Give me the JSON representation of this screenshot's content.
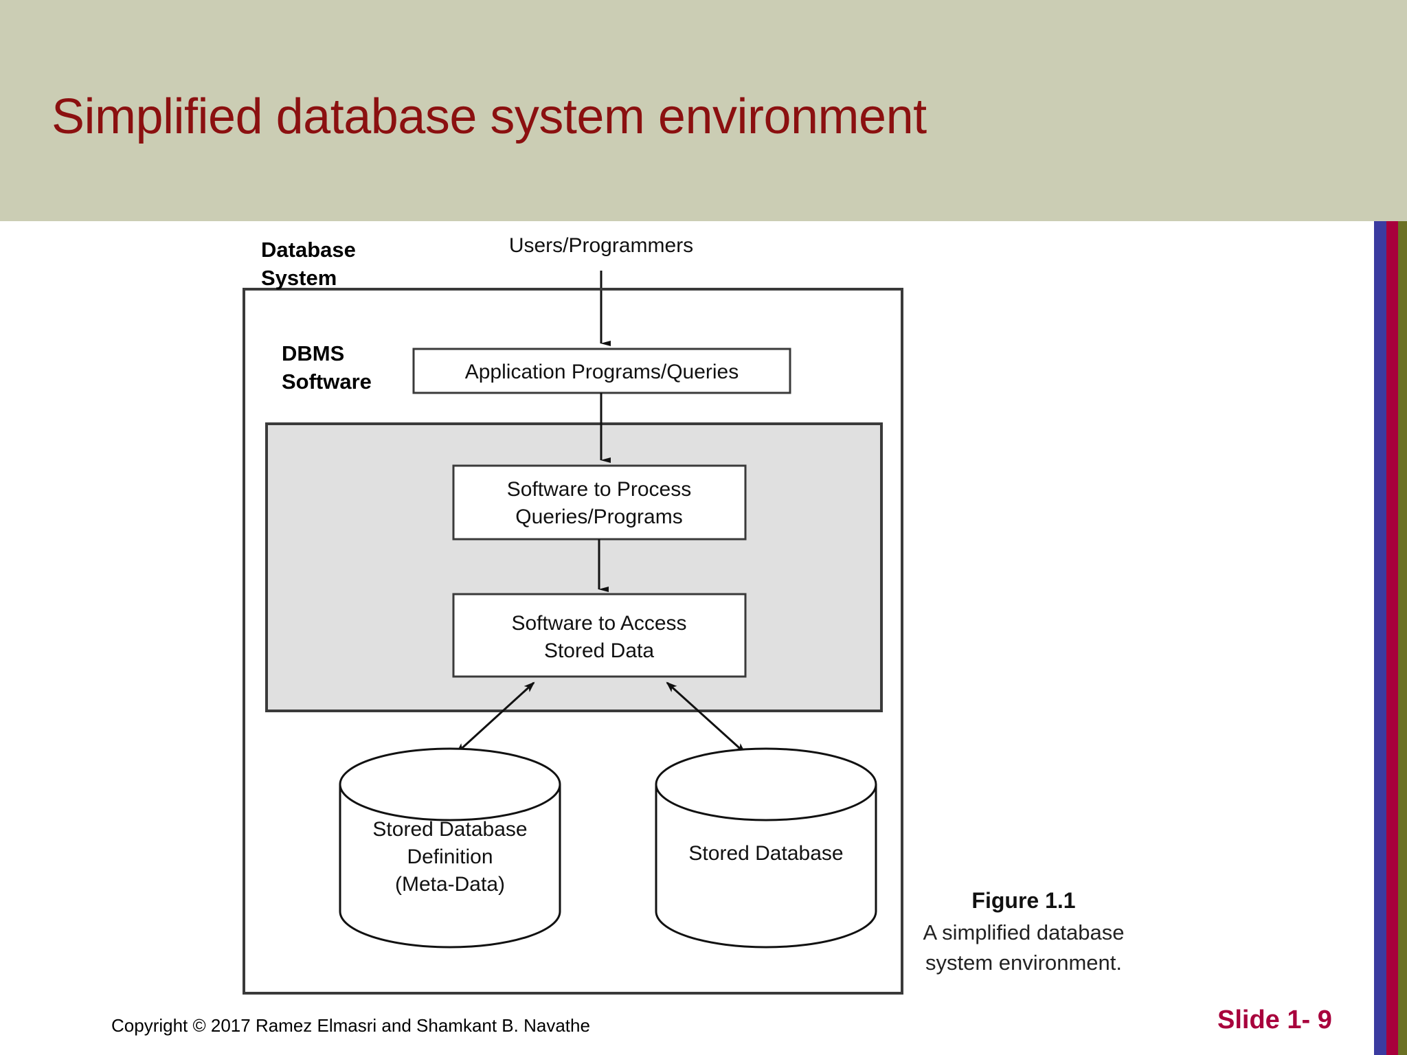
{
  "slide": {
    "title": "Simplified database system environment",
    "title_color": "#8b1010",
    "header_bg": "#cbcdb4",
    "body_bg": "#ffffff"
  },
  "diagram": {
    "users_label": "Users/Programmers",
    "outer_box_label_line1": "Database",
    "outer_box_label_line2": "System",
    "dbms_box_label_line1": "DBMS",
    "dbms_box_label_line2": "Software",
    "dbms_box_fill": "#e0e0e0",
    "boxes": {
      "application_programs": "Application Programs/Queries",
      "software_process_line1": "Software to Process",
      "software_process_line2": "Queries/Programs",
      "software_access_line1": "Software to Access",
      "software_access_line2": "Stored Data"
    },
    "cylinders": {
      "left_line1": "Stored Database",
      "left_line2": "Definition",
      "left_line3": "(Meta-Data)",
      "right_line1": "Stored Database"
    }
  },
  "caption": {
    "figure_number": "Figure 1.1",
    "text_line1": "A simplified database",
    "text_line2": "system environment."
  },
  "footer": {
    "copyright": "Copyright © 2017 Ramez Elmasri and Shamkant B. Navathe",
    "slide_number": "Slide 1- 9",
    "slide_number_color": "#a8003c"
  },
  "accent_bars": {
    "blue": "#3b3ba0",
    "crimson": "#a8003c",
    "olive": "#6b7023"
  }
}
